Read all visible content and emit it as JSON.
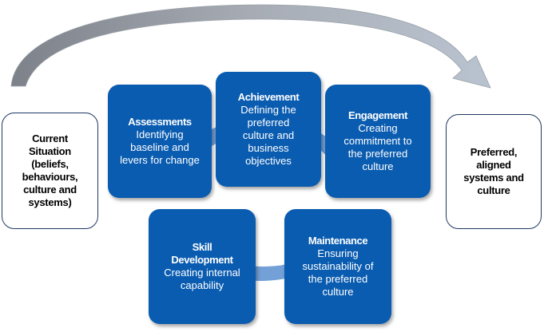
{
  "left_box": {
    "lines": [
      "Current",
      "Situation",
      "(beliefs,",
      "behaviours,",
      "culture and",
      "systems)"
    ]
  },
  "right_box": {
    "lines": [
      "Preferred,",
      "aligned",
      "systems and",
      "culture"
    ]
  },
  "tiles": {
    "assessments": {
      "title_lines": [
        "Assessments"
      ],
      "desc_lines": [
        "Identifying",
        "baseline and",
        "levers for change"
      ]
    },
    "achievement": {
      "title_lines": [
        "Achievement"
      ],
      "desc_lines": [
        "Defining the",
        "preferred",
        "culture and",
        "business",
        "objectives"
      ]
    },
    "engagement": {
      "title_lines": [
        "Engagement"
      ],
      "desc_lines": [
        "Creating",
        "commitment to",
        "the preferred",
        "culture"
      ]
    },
    "skill_development": {
      "title_lines": [
        "Skill",
        "Development"
      ],
      "desc_lines": [
        "Creating internal",
        "capability"
      ]
    },
    "maintenance": {
      "title_lines": [
        "Maintenance"
      ],
      "desc_lines": [
        "Ensuring",
        "sustainability of",
        "the preferred",
        "culture"
      ]
    }
  },
  "colors": {
    "tile_fill": "#0a5cb0",
    "box_border": "#1f3864",
    "big_arrow": "#8b9099",
    "cycle_arrow": "#5b8fd0"
  }
}
